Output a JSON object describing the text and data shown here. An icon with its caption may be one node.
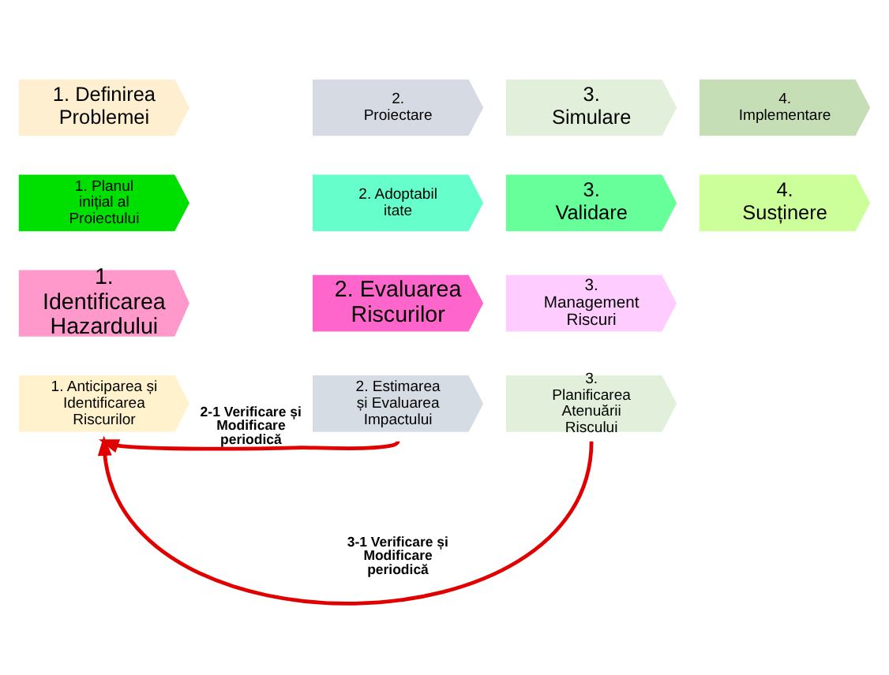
{
  "diagram": {
    "nodes": [
      {
        "text": [
          "1. Definirea Problemei"
        ]
      },
      {
        "text": [
          "2. Proiectare"
        ]
      },
      {
        "text": [
          "3. Simulare"
        ]
      },
      {
        "text": [
          "4. Implementare"
        ]
      },
      {
        "text": [
          "1. Planul inițial al Proiectului"
        ]
      },
      {
        "text": [
          "2. Adoptabilitate"
        ]
      },
      {
        "text": [
          "3. Validare"
        ]
      },
      {
        "text": [
          "4. Susținere"
        ]
      },
      {
        "text": [
          "1. Identificarea Hazardului"
        ]
      },
      {
        "text": [
          "2. Evaluarea Riscurilor"
        ]
      },
      {
        "text": [
          "3. Management Riscuri"
        ]
      },
      {
        "text": [
          "1. Anticiparea și Identificarea Riscurilor"
        ]
      },
      {
        "text": [
          "2. Estimarea și Evaluarea Impactului"
        ]
      },
      {
        "text": [
          "3. Planificarea Atenuării Riscului"
        ]
      }
    ],
    "edges": [
      {
        "from": 12,
        "to": 11,
        "arrow": "to",
        "label": "2-1 Verificare și Modificare periodică"
      },
      {
        "from": 13,
        "to": 11,
        "arrow": "to",
        "label": "3-1 Verificare și Modificare periodică"
      }
    ]
  }
}
